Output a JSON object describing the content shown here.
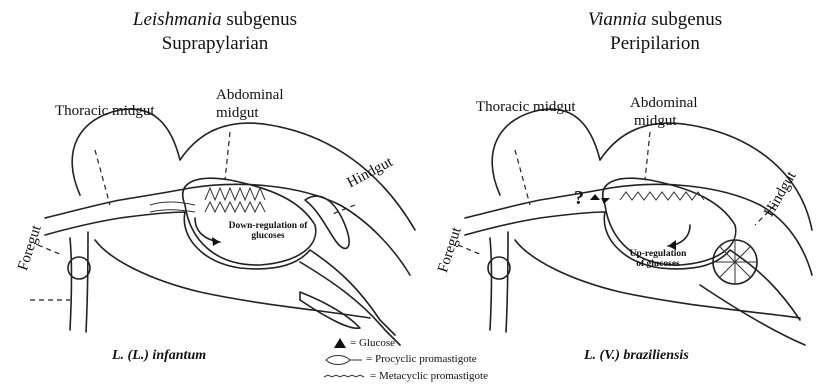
{
  "left": {
    "title_italic": "Leishmania",
    "title_rest": " subgenus",
    "subtitle": "Suprapylarian",
    "labels": {
      "thoracic": "Thoracic midgut",
      "abdominal_1": "Abdominal",
      "abdominal_2": "midgut",
      "hindgut": "Hindgut",
      "foregut": "Foregut",
      "regulation_1": "Down-regulation of",
      "regulation_2": "glucoses"
    },
    "species": "L. (L.) infantum"
  },
  "right": {
    "title_italic": "Viannia",
    "title_rest": " subgenus",
    "subtitle": "Peripilarion",
    "labels": {
      "thoracic": "Thoracic midgut",
      "abdominal_1": "Abdominal",
      "abdominal_2": "midgut",
      "hindgut": "Hindgut",
      "foregut": "Foregut",
      "regulation_1": "Up-regulation",
      "regulation_2": "of glucoses",
      "question": "?"
    },
    "species": "L. (V.) braziliensis"
  },
  "legend": {
    "glucose": "= Glucose",
    "procyclic": "= Procyclic promastigote",
    "metacyclic": "= Metacyclic promastigote"
  }
}
